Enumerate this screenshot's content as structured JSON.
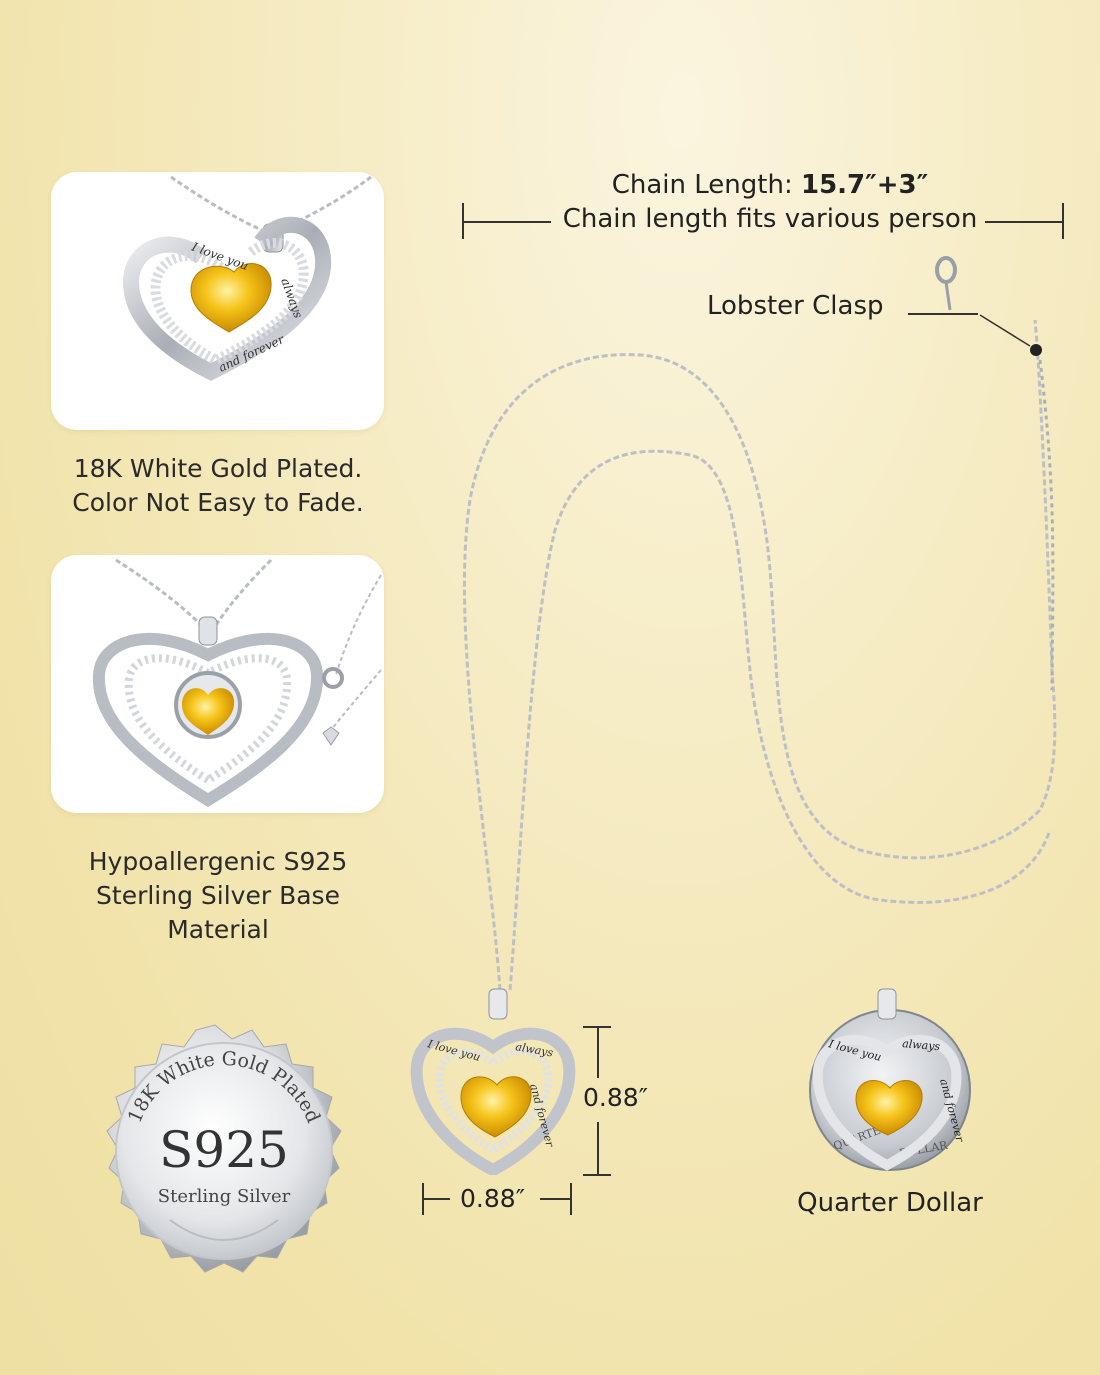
{
  "features": [
    {
      "caption_lines": [
        "18K White Gold Plated.",
        "Color Not Easy to Fade."
      ]
    },
    {
      "caption_lines": [
        "Hypoallergenic S925",
        "Sterling Silver Base",
        "Material"
      ]
    }
  ],
  "chain": {
    "label": "Chain Length:",
    "value": "15.7″+3″",
    "note": "Chain length fits various person"
  },
  "clasp_label": "Lobster Clasp",
  "pendant": {
    "height": "0.88″",
    "width": "0.88″"
  },
  "comparison_label": "Quarter Dollar",
  "badge": {
    "top_text": "18K White Gold Plated",
    "main": "S925",
    "sub": "Sterling Silver"
  },
  "engraving": {
    "line1": "I love you",
    "line2": "always",
    "line3": "and forever"
  },
  "coin_text": [
    "QUARTER",
    "DOLLAR"
  ],
  "colors": {
    "gem": "#f2b705",
    "silver": "#c9ccd1",
    "background": "#f3e6b2"
  }
}
